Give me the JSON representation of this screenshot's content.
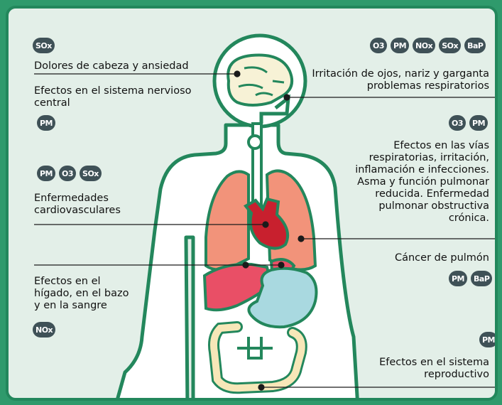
{
  "labels": {
    "headache": "Dolores de cabeza y ansiedad",
    "nervous": "Efectos en el sistema nervioso\ncentral",
    "cardio": "Enfermedades\ncardiovasculares",
    "liver": "Efectos en el\nhígado, en el bazo\ny en la sangre",
    "eyes": "Irritación de ojos, nariz y garganta\nproblemas respiratorios",
    "airways": "Efectos en las vías\nrespiratorias, irritación,\ninflamación e infecciones.\nAsma y función pulmonar\nreducida. Enfermedad\npulmonar obstructiva\ncrónica.",
    "cancer": "Cáncer de pulmón",
    "repro": "Efectos en el sistema\nreproductivo"
  },
  "badges": {
    "headache": [
      "SOx"
    ],
    "nervous": [
      "PM"
    ],
    "cardio": [
      "PM",
      "O3",
      "SOx"
    ],
    "liver": [
      "NOx"
    ],
    "eyes": [
      "O3",
      "PM",
      "NOx",
      "SOx",
      "BaP"
    ],
    "airways": [
      "O3",
      "PM"
    ],
    "cancer": [
      "PM",
      "BaP"
    ],
    "repro": [
      "PM"
    ]
  },
  "colors": {
    "background": "#2f9a6c",
    "panel": "#e3efe8",
    "body_fill": "#ffffff",
    "outline": "#23875c",
    "lung": "#f2937a",
    "heart": "#c8202e",
    "liver": "#e94f66",
    "stomach": "#a9d9e0",
    "intestine": "#f7e7b8",
    "brain": "#f7f2d6",
    "badge": "#3f5157"
  }
}
